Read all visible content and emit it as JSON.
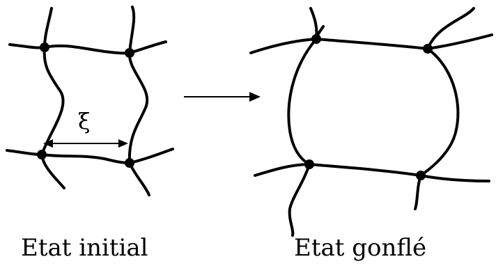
{
  "labels": {
    "initial_state": "Etat initial",
    "swollen_state": "Etat gonflé",
    "mesh_size_symbol": "ξ"
  },
  "colors": {
    "line": "#000000",
    "background": "#ffffff"
  }
}
